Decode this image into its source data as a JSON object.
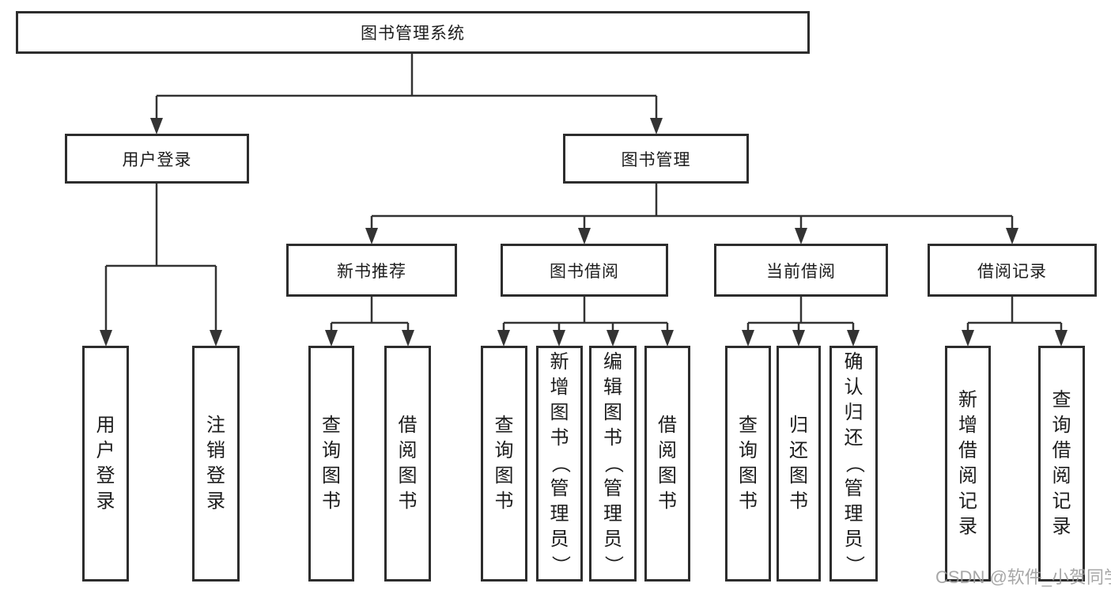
{
  "diagram": {
    "type": "hierarchy-tree",
    "title": "图书管理系统",
    "colors": {
      "line": "#333333",
      "box_border": "#2d2d2d",
      "box_fill": "#ffffff",
      "text": "#1c1c1c",
      "watermark": "#9b9b9b",
      "background": "#ffffff"
    },
    "nodes": {
      "root": {
        "label": "图书管理系统"
      },
      "user_login": {
        "label": "用户登录"
      },
      "book_mgmt": {
        "label": "图书管理"
      },
      "new_book_rec": {
        "label": "新书推荐"
      },
      "book_borrow": {
        "label": "图书借阅"
      },
      "current_borrow": {
        "label": "当前借阅"
      },
      "borrow_records": {
        "label": "借阅记录"
      },
      "leaf_user_login": {
        "label": "用户登录"
      },
      "leaf_logout": {
        "label": "注销登录"
      },
      "rec_query": {
        "label": "查询图书"
      },
      "rec_borrow": {
        "label": "借阅图书"
      },
      "bb_query": {
        "label": "查询图书"
      },
      "bb_add": {
        "label": "新增图书（管理员）"
      },
      "bb_edit": {
        "label": "编辑图书（管理员）"
      },
      "bb_borrow": {
        "label": "借阅图书"
      },
      "cb_query": {
        "label": "查询图书"
      },
      "cb_return": {
        "label": "归还图书"
      },
      "cb_confirm": {
        "label": "确认归还（管理员）"
      },
      "br_add": {
        "label": "新增借阅记录"
      },
      "br_query": {
        "label": "查询借阅记录"
      }
    },
    "edges": [
      [
        "root",
        "user_login"
      ],
      [
        "root",
        "book_mgmt"
      ],
      [
        "user_login",
        "leaf_user_login"
      ],
      [
        "user_login",
        "leaf_logout"
      ],
      [
        "book_mgmt",
        "new_book_rec"
      ],
      [
        "book_mgmt",
        "book_borrow"
      ],
      [
        "book_mgmt",
        "current_borrow"
      ],
      [
        "book_mgmt",
        "borrow_records"
      ],
      [
        "new_book_rec",
        "rec_query"
      ],
      [
        "new_book_rec",
        "rec_borrow"
      ],
      [
        "book_borrow",
        "bb_query"
      ],
      [
        "book_borrow",
        "bb_add"
      ],
      [
        "book_borrow",
        "bb_edit"
      ],
      [
        "book_borrow",
        "bb_borrow"
      ],
      [
        "current_borrow",
        "cb_query"
      ],
      [
        "current_borrow",
        "cb_return"
      ],
      [
        "current_borrow",
        "cb_confirm"
      ],
      [
        "borrow_records",
        "br_add"
      ],
      [
        "borrow_records",
        "br_query"
      ]
    ],
    "watermark": "CSDN @软件_小贺同学"
  }
}
